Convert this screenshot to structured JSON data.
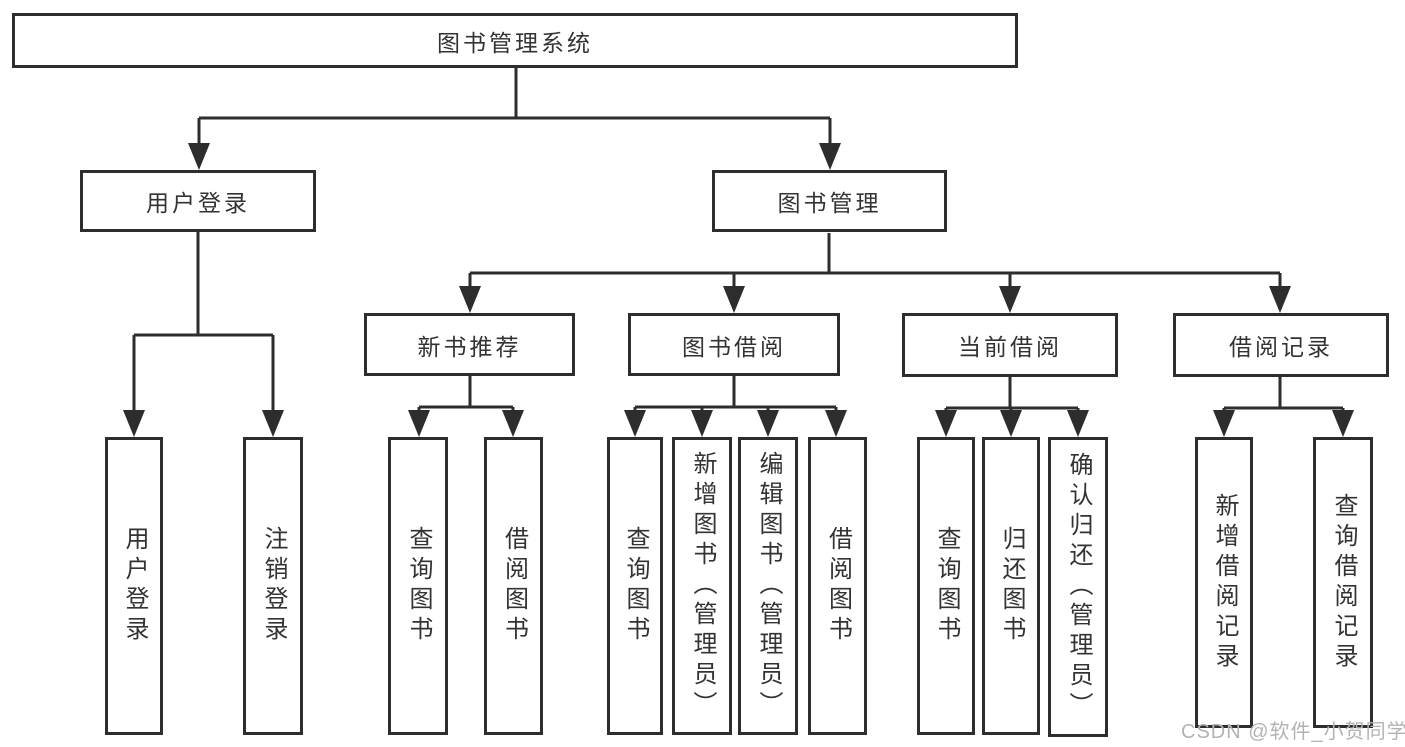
{
  "diagram": {
    "root": "图书管理系统",
    "level2": [
      "用户登录",
      "图书管理"
    ],
    "level3": [
      "新书推荐",
      "图书借阅",
      "当前借阅",
      "借阅记录"
    ],
    "leaves": {
      "g1": [
        "用户登录",
        "注销登录"
      ],
      "g2": [
        "查询图书",
        "借阅图书"
      ],
      "g3": [
        "查询图书",
        "新增图书（管理员）",
        "编辑图书（管理员）",
        "借阅图书"
      ],
      "g4": [
        "查询图书",
        "归还图书",
        "确认归还（管理员）"
      ],
      "g5": [
        "新增借阅记录",
        "查询借阅记录"
      ]
    }
  },
  "watermark": "CSDN @软件_小贺同学",
  "colors": {
    "line": "#2d2d2d",
    "text": "#333333",
    "watermark": "#b3b3b3",
    "background": "#ffffff"
  }
}
